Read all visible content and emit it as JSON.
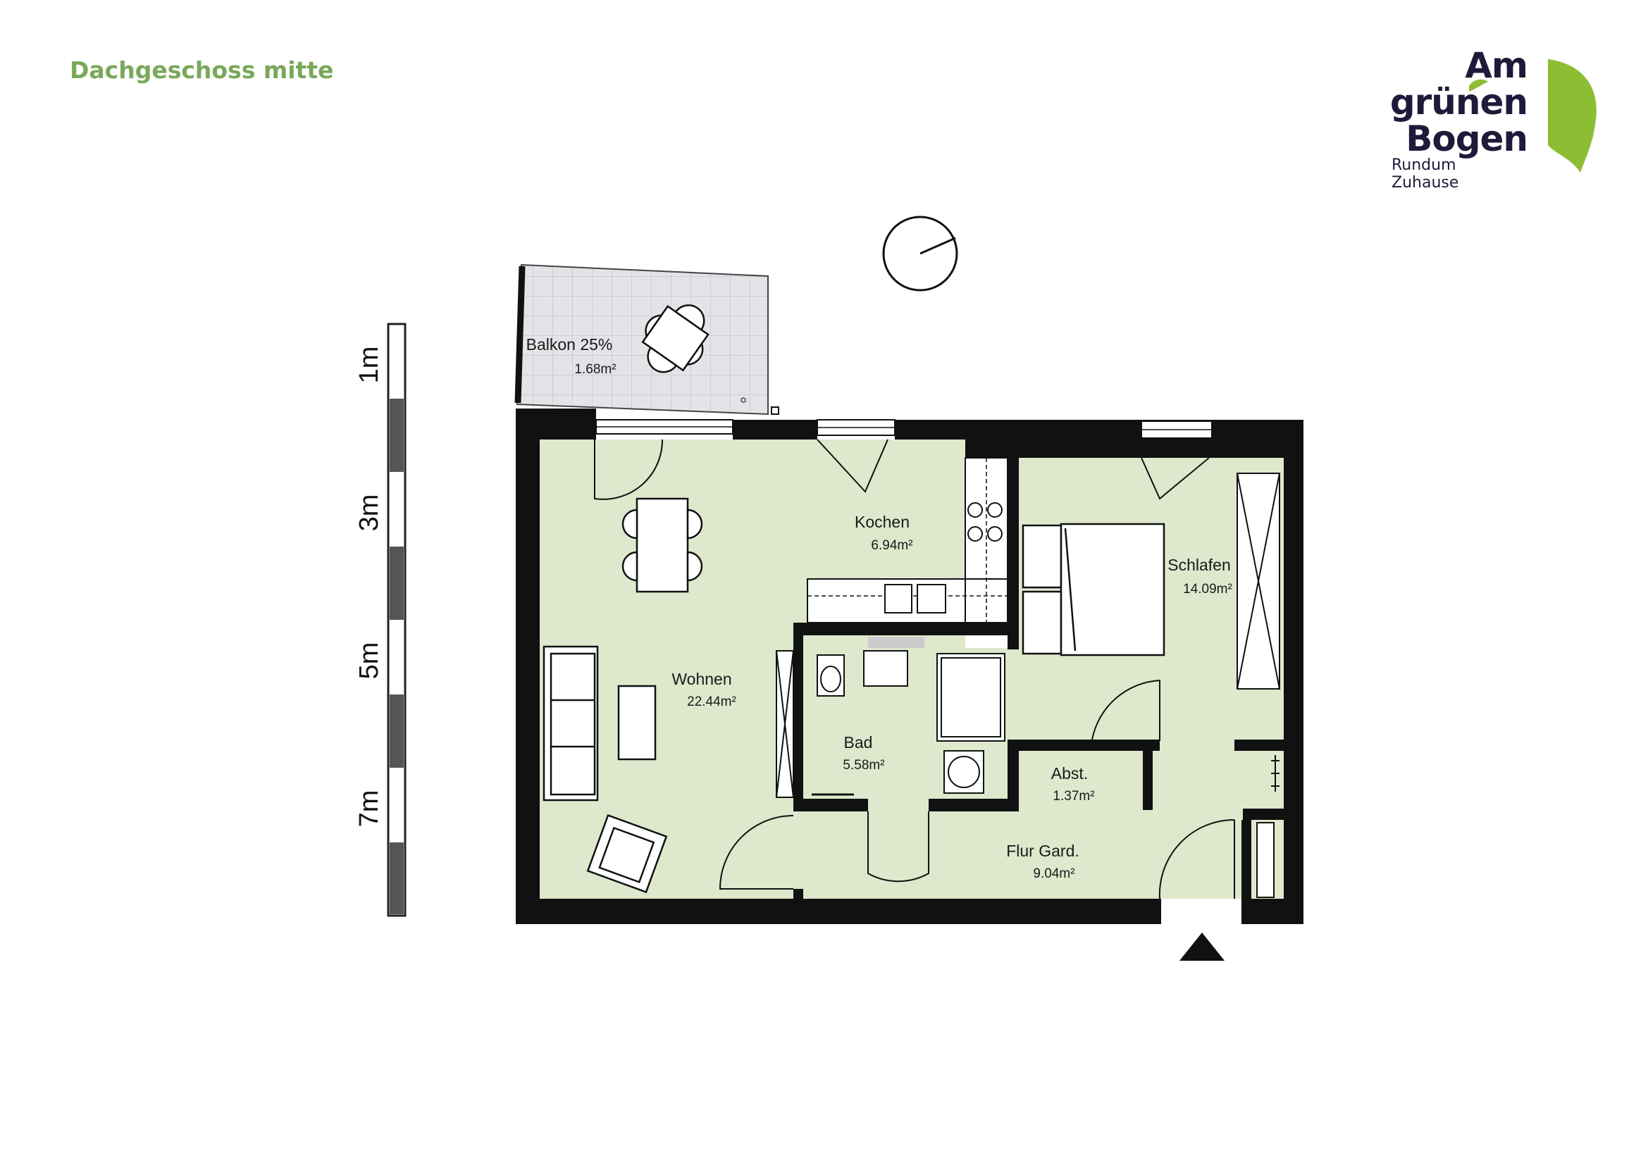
{
  "header": {
    "title": "Dachgeschoss mitte"
  },
  "logo": {
    "line1": "Am",
    "line2": "grünen",
    "line3": "Bogen",
    "tagline": "Rundum Zuhause",
    "leaf_color": "#8cbd33",
    "text_color": "#1e1b3a"
  },
  "scale_bar": {
    "labels": [
      "1m",
      "3m",
      "5m",
      "7m"
    ]
  },
  "rooms": {
    "balkon": {
      "name": "Balkon 25%",
      "area": "1.68m²"
    },
    "kochen": {
      "name": "Kochen",
      "area": "6.94m²"
    },
    "schlafen": {
      "name": "Schlafen",
      "area": "14.09m²"
    },
    "wohnen": {
      "name": "Wohnen",
      "area": "22.44m²"
    },
    "bad": {
      "name": "Bad",
      "area": "5.58m²"
    },
    "abst": {
      "name": "Abst.",
      "area": "1.37m²"
    },
    "flur": {
      "name": "Flur Gard.",
      "area": "9.04m²"
    }
  },
  "colors": {
    "floor": "#dde8cc",
    "wall": "#111111",
    "balcony": "#e4e4e8",
    "title": "#7aa85a"
  }
}
